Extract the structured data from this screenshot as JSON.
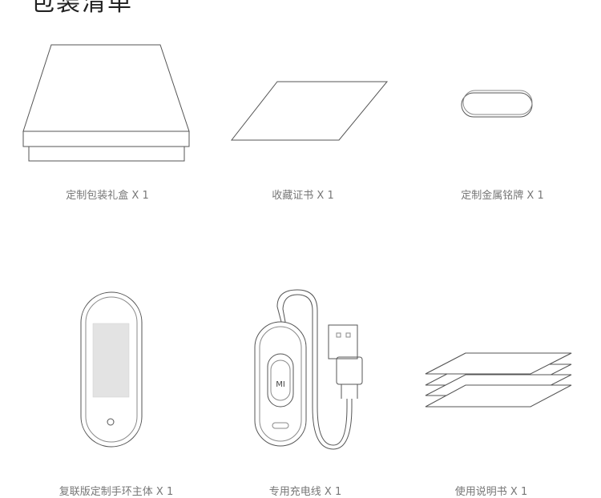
{
  "section_title": "包装清单",
  "items": [
    {
      "name": "定制包装礼盒",
      "qty": "X 1",
      "icon": "gift-box-icon"
    },
    {
      "name": "收藏证书",
      "qty": "X 1",
      "icon": "certificate-icon"
    },
    {
      "name": "定制金属铭牌",
      "qty": "X 1",
      "icon": "metal-nameplate-icon"
    },
    {
      "name": "复联版定制手环主体",
      "qty": "X 1",
      "icon": "band-tracker-icon"
    },
    {
      "name": "专用充电线",
      "qty": "X 1",
      "icon": "charging-cable-icon"
    },
    {
      "name": "使用说明书",
      "qty": "X 1",
      "icon": "manual-icon"
    }
  ],
  "charger_logo": "MI"
}
